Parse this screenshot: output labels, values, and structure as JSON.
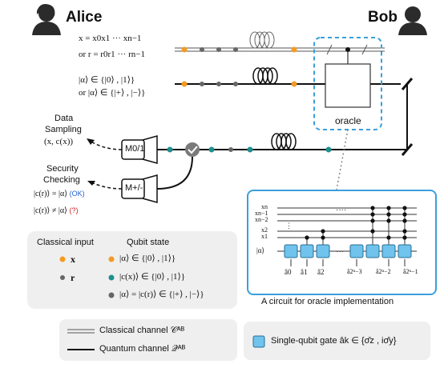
{
  "header": {
    "alice_label": "Alice",
    "bob_label": "Bob"
  },
  "alice_inputs": {
    "classical_line1": "x = x0x1 ··· xn−1",
    "classical_line2": "or r = r0r1 ··· rn−1",
    "quantum_line1": "|α⟩ ∈ {|0⟩ , |1⟩}",
    "quantum_line2": "or |α⟩ ∈ {|+⟩ , |−⟩}"
  },
  "bob": {
    "oracle_label": "oracle"
  },
  "measurement": {
    "data_sampling_line1": "Data",
    "data_sampling_line2": "Sampling",
    "data_sampling_line3": "(x, c(x))",
    "m01_label": "M0/1",
    "security_line1": "Security",
    "security_line2": "Checking",
    "mpm_label": "M+/-",
    "ok_condition": "|c(r)⟩ = |α⟩",
    "ok_tag": "(OK)",
    "fail_condition": "|c(r)⟩ ≠ |α⟩",
    "fail_tag": "(?)"
  },
  "legend": {
    "col1_header": "Classical input",
    "col2_header": "Qubit state",
    "x_label": "x",
    "r_label": "r",
    "state1": "|α⟩ ∈ {|0⟩ , |1⟩}",
    "state2": "|c(x)⟩ ∈ {|0⟩ , |1⟩}",
    "state3": "|α⟩ = |c(r)⟩ ∈ {|+⟩ , |−⟩}"
  },
  "channels": {
    "classical": "Classical channel 𝒞ᴬᴮ",
    "quantum": "Quantum channel 𝒬ᴬᴮ"
  },
  "oracle_circuit": {
    "wire_labels": [
      "xn",
      "xn−1",
      "xn−2",
      "x2",
      "x1",
      "|α⟩"
    ],
    "gate_labels": [
      "â0",
      "â1",
      "â2",
      "â2ⁿ−3",
      "â2ⁿ−2",
      "â2ⁿ−1"
    ],
    "caption": "A circuit for oracle implementation"
  },
  "gate_legend": {
    "label": "Single-qubit gate âk ∈ {σ̂z , iσ̂y}"
  },
  "colors": {
    "orange": "#f59a23",
    "teal": "#1e8f8f",
    "gray": "#6b6b6b",
    "blue": "#3aa0dc",
    "gate_fill": "#6fc3ec",
    "ok_blue": "#1f5fd0",
    "fail_red": "#d0201f"
  }
}
